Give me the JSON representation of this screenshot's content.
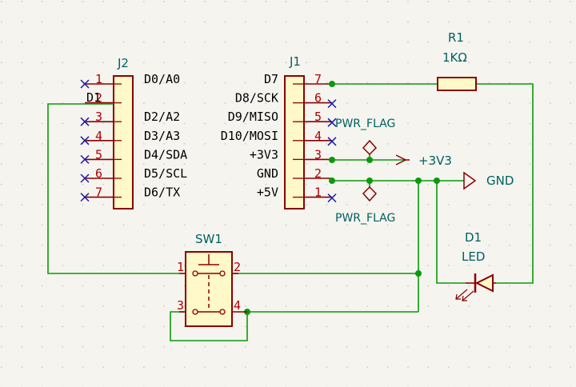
{
  "colors": {
    "background": "#f5f4ef",
    "grid_dot": "#c9c8c0",
    "wire": "#0a9a0a",
    "junction": "#0a9a0a",
    "component_outline": "#8b0000",
    "component_fill": "#fff8c8",
    "pin": "#8b0000",
    "pin_number": "#b00000",
    "pin_name": "#000000",
    "reference": "#006060",
    "no_connect": "#1a1aa6",
    "power_symbol": "#8b0000"
  },
  "j2": {
    "ref": "J2",
    "overlap_text": "D1",
    "pins": [
      {
        "num": "1",
        "name": "D0/A0"
      },
      {
        "num": "2",
        "name": ""
      },
      {
        "num": "3",
        "name": "D2/A2"
      },
      {
        "num": "4",
        "name": "D3/A3"
      },
      {
        "num": "5",
        "name": "D4/SDA"
      },
      {
        "num": "6",
        "name": "D5/SCL"
      },
      {
        "num": "7",
        "name": "D6/TX"
      }
    ]
  },
  "j1": {
    "ref": "J1",
    "pins": [
      {
        "num": "7",
        "name": "D7"
      },
      {
        "num": "6",
        "name": "D8/SCK"
      },
      {
        "num": "5",
        "name": "D9/MISO"
      },
      {
        "num": "4",
        "name": "D10/MOSI"
      },
      {
        "num": "3",
        "name": "+3V3"
      },
      {
        "num": "2",
        "name": "GND"
      },
      {
        "num": "1",
        "name": "+5V"
      }
    ]
  },
  "r1": {
    "ref": "R1",
    "value": "1KΩ"
  },
  "d1": {
    "ref": "D1",
    "value": "LED"
  },
  "sw1": {
    "ref": "SW1",
    "pin1": "1",
    "pin2": "2",
    "pin3": "3",
    "pin4": "4"
  },
  "power": {
    "pwr_flag_top": "PWR_FLAG",
    "pwr_flag_bottom": "PWR_FLAG",
    "v3v3": "+3V3",
    "gnd": "GND"
  }
}
